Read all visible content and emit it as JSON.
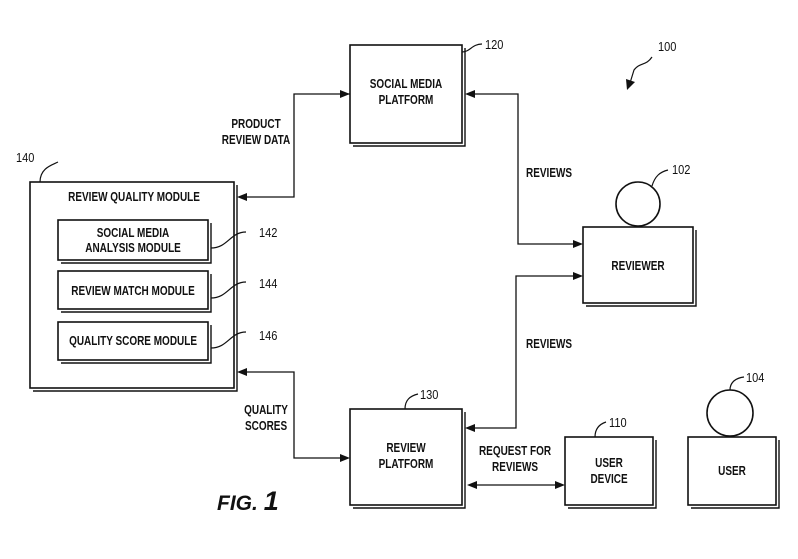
{
  "figure": {
    "label": "FIG.",
    "number": "1",
    "ref": "100"
  },
  "boxes": {
    "social_media_platform": {
      "line1": "SOCIAL MEDIA",
      "line2": "PLATFORM",
      "ref": "120"
    },
    "review_quality_module": {
      "title": "REVIEW QUALITY MODULE",
      "ref": "140"
    },
    "social_media_analysis_module": {
      "line1": "SOCIAL MEDIA",
      "line2": "ANALYSIS MODULE",
      "ref": "142"
    },
    "review_match_module": {
      "label": "REVIEW MATCH MODULE",
      "ref": "144"
    },
    "quality_score_module": {
      "label": "QUALITY SCORE MODULE",
      "ref": "146"
    },
    "reviewer": {
      "label": "REVIEWER",
      "ref": "102"
    },
    "review_platform": {
      "line1": "REVIEW",
      "line2": "PLATFORM",
      "ref": "130"
    },
    "user_device": {
      "line1": "USER",
      "line2": "DEVICE",
      "ref": "110"
    },
    "user": {
      "label": "USER",
      "ref": "104"
    }
  },
  "connections": {
    "product_review_data": {
      "line1": "PRODUCT",
      "line2": "REVIEW DATA"
    },
    "reviews_social": {
      "label": "REVIEWS"
    },
    "reviews_platform": {
      "label": "REVIEWS"
    },
    "quality_scores": {
      "line1": "QUALITY",
      "line2": "SCORES"
    },
    "request_for_reviews": {
      "line1": "REQUEST FOR",
      "line2": "REVIEWS"
    }
  }
}
